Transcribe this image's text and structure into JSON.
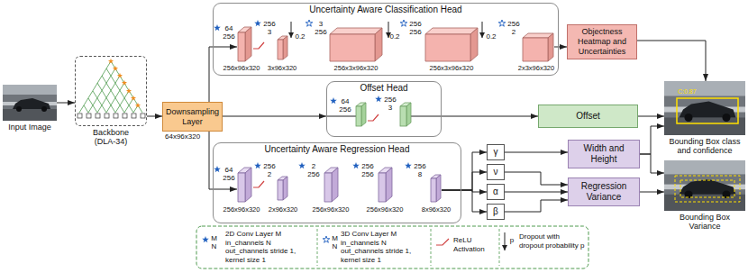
{
  "diagram": {
    "nodes": [
      {
        "text": [
          "Input Image"
        ]
      },
      {
        "text": [
          "Backbone (DLA-34)"
        ]
      },
      {
        "text": [
          "Downsampling Layer",
          "64x96x320"
        ]
      },
      {
        "text": [
          "Uncertainty Aware Classification Head"
        ]
      },
      {
        "text": [
          "256x96x320"
        ],
        "in": 3
      },
      {
        "text": [
          "3x96x320"
        ],
        "in": 3
      },
      {
        "text": [
          "256x3x96x320"
        ],
        "in": 3
      },
      {
        "text": [
          "256x3x96x320"
        ],
        "in": 3
      },
      {
        "text": [
          "2x3x96x320"
        ],
        "in": 3
      },
      {
        "text": [
          "Objectness Heatmap and Uncertainties"
        ]
      },
      {
        "text": [
          "Offset Head"
        ]
      },
      {
        "text": [
          "Offset"
        ]
      },
      {
        "text": [
          "Uncertainty Aware Regression Head"
        ]
      },
      {
        "text": [
          "256x96x320"
        ],
        "in": 12
      },
      {
        "text": [
          "2x96x320"
        ],
        "in": 12
      },
      {
        "text": [
          "256x96x320"
        ],
        "in": 12
      },
      {
        "text": [
          "256x96x320"
        ],
        "in": 12
      },
      {
        "text": [
          "8x96x320"
        ],
        "in": 12
      },
      {
        "text": [
          "γ"
        ]
      },
      {
        "text": [
          "ν"
        ]
      },
      {
        "text": [
          "α"
        ]
      },
      {
        "text": [
          "β"
        ]
      },
      {
        "text": [
          "Width and Height"
        ]
      },
      {
        "text": [
          "Regression Variance"
        ]
      },
      {
        "text": [
          "Bounding Box class and confidence"
        ]
      },
      {
        "text": [
          "Bounding Box Variance"
        ]
      }
    ],
    "edges": [
      {
        "from": 0,
        "to": 1,
        "arrow": "to"
      },
      {
        "from": 1,
        "to": 2,
        "arrow": "to"
      },
      {
        "from": 2,
        "to": 4,
        "arrow": "to"
      },
      {
        "from": 2,
        "to": 10,
        "arrow": "to"
      },
      {
        "from": 2,
        "to": 13,
        "arrow": "to"
      },
      {
        "from": 8,
        "to": 9,
        "arrow": "to"
      },
      {
        "from": 10,
        "to": 11,
        "arrow": "to"
      },
      {
        "from": 17,
        "to": 18,
        "arrow": "to"
      },
      {
        "from": 17,
        "to": 19,
        "arrow": "to"
      },
      {
        "from": 17,
        "to": 20,
        "arrow": "to"
      },
      {
        "from": 17,
        "to": 21,
        "arrow": "to"
      },
      {
        "from": 18,
        "to": 22,
        "arrow": "to"
      },
      {
        "from": 19,
        "to": 23,
        "arrow": "to"
      },
      {
        "from": 20,
        "to": 23,
        "arrow": "to"
      },
      {
        "from": 21,
        "to": 23,
        "arrow": "to"
      },
      {
        "from": 9,
        "to": 24,
        "arrow": "to"
      },
      {
        "from": 11,
        "to": 24,
        "arrow": "to"
      },
      {
        "from": 22,
        "to": 24,
        "arrow": "to"
      },
      {
        "from": 22,
        "to": 25,
        "arrow": "to"
      },
      {
        "from": 23,
        "to": 25,
        "arrow": "to"
      }
    ],
    "labels": [
      "64 256",
      "256 3",
      "0.2",
      "3 256",
      "0.2",
      "256 256",
      "0.2",
      "256 2",
      "64 256",
      "256 3",
      "64 256",
      "256 2",
      "2 256",
      "256 256",
      "256 8",
      "C:0.87",
      "M N",
      "M N",
      "p"
    ],
    "legend": [
      {
        "text": "2D Conv Layer M in_channels N out_channels stride 1, kernel size 1"
      },
      {
        "text": "3D Conv Layer M in_channels N out_channels stride 1, kernel size 1"
      },
      {
        "text": "ReLU Activation"
      },
      {
        "text": "Dropout with dropout probability p"
      }
    ]
  }
}
